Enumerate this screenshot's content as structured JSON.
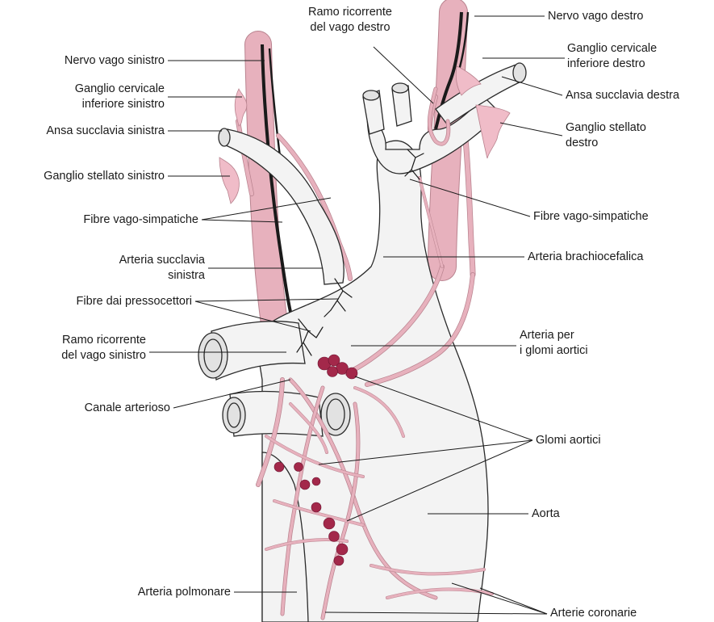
{
  "labels": {
    "nervo_vago_sinistro": "Nervo vago sinistro",
    "ganglio_cervicale_inf_sin_1": "Ganglio cervicale",
    "ganglio_cervicale_inf_sin_2": "inferiore sinistro",
    "ansa_succlavia_sinistra": "Ansa succlavia sinistra",
    "ganglio_stellato_sinistro": "Ganglio stellato sinistro",
    "fibre_vago_simpatiche_left": "Fibre vago-simpatiche",
    "arteria_succlavia_sinistra_1": "Arteria succlavia",
    "arteria_succlavia_sinistra_2": "sinistra",
    "fibre_pressocettori": "Fibre dai pressocettori",
    "ramo_ricorrente_sin_1": "Ramo ricorrente",
    "ramo_ricorrente_sin_2": "del vago sinistro",
    "canale_arterioso": "Canale arterioso",
    "arteria_polmonare": "Arteria polmonare",
    "ramo_ricorrente_dx_1": "Ramo ricorrente",
    "ramo_ricorrente_dx_2": "del vago destro",
    "nervo_vago_destro": "Nervo vago destro",
    "ganglio_cervicale_inf_dx_1": "Ganglio cervicale",
    "ganglio_cervicale_inf_dx_2": "inferiore destro",
    "ansa_succlavia_destra": "Ansa succlavia destra",
    "ganglio_stellato_dx_1": "Ganglio stellato",
    "ganglio_stellato_dx_2": "destro",
    "fibre_vago_simpatiche_right": "Fibre vago-simpatiche",
    "arteria_brachiocefalica": "Arteria brachiocefalica",
    "arteria_glomi_1": "Arteria per",
    "arteria_glomi_2": "i glomi aortici",
    "glomi_aortici": "Glomi aortici",
    "aorta": "Aorta",
    "arterie_coronarie": "Arterie coronarie"
  },
  "colors": {
    "nerve": "#e7b1bd",
    "ganglion": "#f0bcc8",
    "glomus": "#a3284a",
    "vessel": "#f3f3f3",
    "vagus_core": "#1a1a1a"
  }
}
